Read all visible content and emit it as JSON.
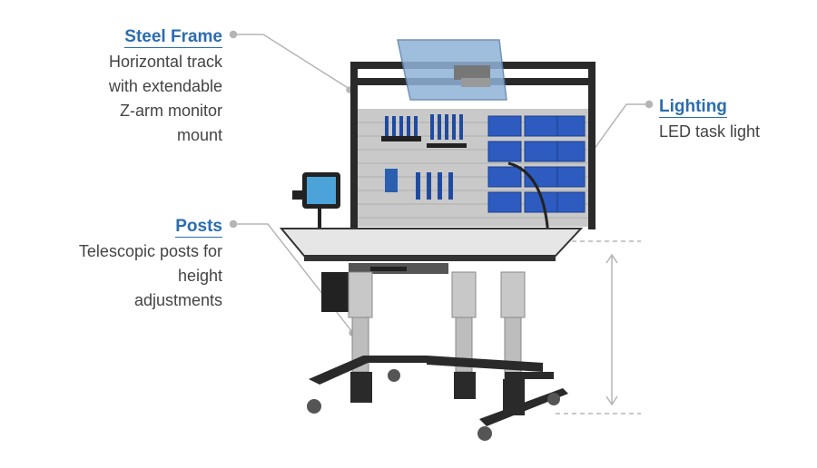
{
  "callouts": {
    "steel_frame": {
      "title": "Steel Frame",
      "lines": [
        "Horizontal track",
        "with extendable",
        "Z-arm monitor",
        "mount"
      ]
    },
    "lighting": {
      "title": "Lighting",
      "lines": [
        "LED task light"
      ]
    },
    "posts": {
      "title": "Posts",
      "lines": [
        "Telescopic posts for",
        "height",
        "adjustments"
      ]
    }
  },
  "colors": {
    "accent": "#2a6db0",
    "text": "#444444",
    "leader": "#b5b5b5"
  },
  "icons": [
    "tablet-icon",
    "monitor-icon"
  ]
}
